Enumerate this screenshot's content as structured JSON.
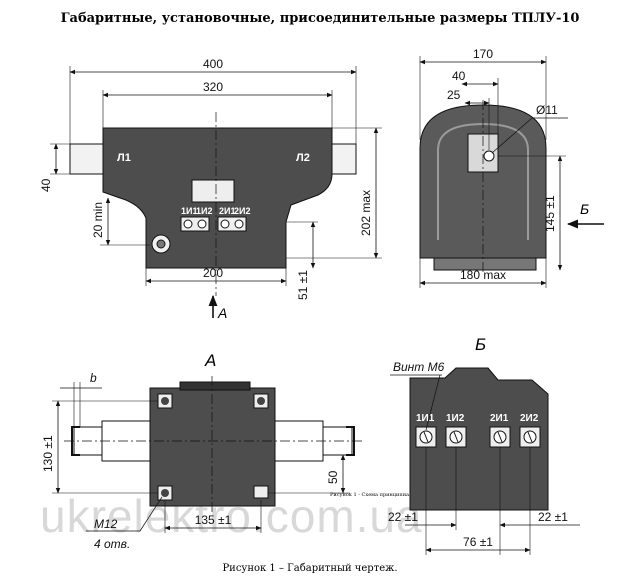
{
  "title": "Габаритные, установочные, присоединительные размеры ТПЛУ-10",
  "caption": "Рисунок 1 – Габаритный чертеж.",
  "small_note": "Рисунок 1 - Схема принципиальная",
  "watermark": "ukrelektro.com.ua",
  "front_view": {
    "dims": {
      "d400": "400",
      "d320": "320",
      "d40": "40",
      "d20min": "20 min",
      "d202max": "202 max",
      "d200": "200",
      "d51": "51 ±1"
    },
    "terminal_left": "Л1",
    "terminal_right": "Л2",
    "secondary_labels": [
      "1И1",
      "1И2",
      "2И1",
      "2И2"
    ],
    "view_arrow": "А"
  },
  "side_view": {
    "dims": {
      "d170": "170",
      "d40": "40",
      "d25": "25",
      "hole": "Ø11",
      "d145": "145 ±1",
      "d180max": "180 max"
    },
    "view_arrow": "Б"
  },
  "view_a": {
    "title": "А",
    "dims": {
      "b": "b",
      "d130": "130 ±1",
      "d50": "50",
      "d135": "135 ±1"
    },
    "bolt_note_1": "М12",
    "bolt_note_2": "4 отв."
  },
  "view_b": {
    "title": "Б",
    "screw_note": "Винт М6",
    "terminal_labels": [
      "1И1",
      "1И2",
      "2И1",
      "2И2"
    ],
    "dims": {
      "left": "22 ±1",
      "right": "22 ±1",
      "bottom": "76 ±1"
    }
  }
}
